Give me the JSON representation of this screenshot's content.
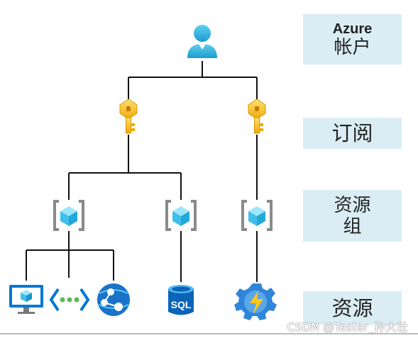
{
  "labels": {
    "account_en": "Azure",
    "account_cn": "帐户",
    "subscription": "订阅",
    "resource_group_1": "资源",
    "resource_group_2": "组",
    "resources": "资源"
  },
  "icons": {
    "resource_types": [
      "vm-icon",
      "vnet-icon",
      "web-app-icon",
      "sql-database-icon",
      "function-app-icon"
    ],
    "sql_text": "SQL"
  },
  "watermark": "CSDN @Tester_孙大壮",
  "colors": {
    "label_bg": "#daedf4",
    "key_gold": "#f5c518",
    "azure_blue": "#0078d4",
    "cube_light": "#7fd4f0",
    "bracket_gray": "#8a8a8a"
  }
}
